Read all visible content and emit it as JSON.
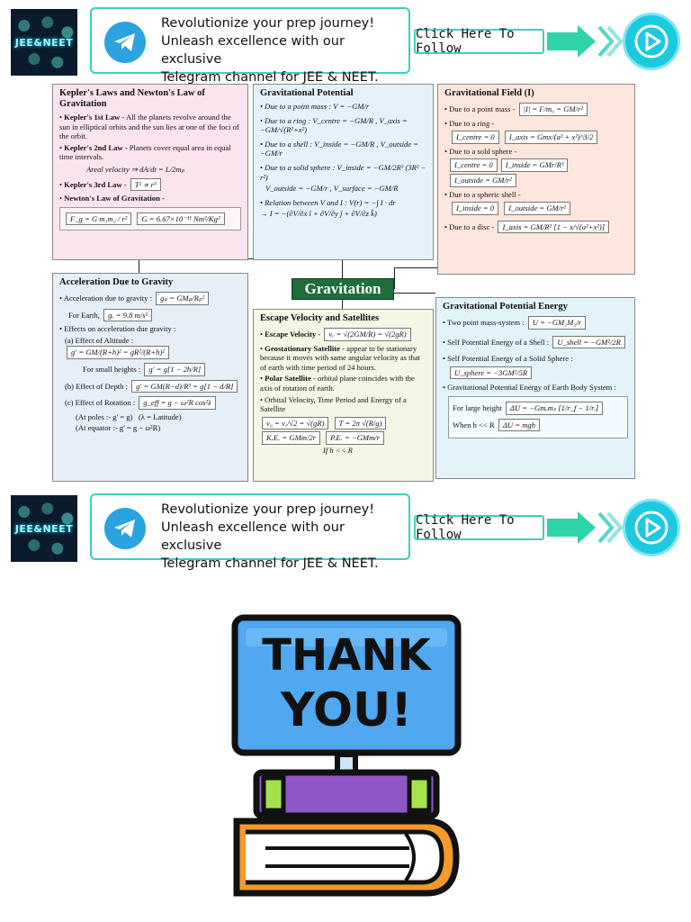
{
  "banner": {
    "logo_text": "JEE&NEET",
    "lines": [
      "Revolutionize your prep journey!",
      "Unleash excellence with our exclusive",
      "Telegram channel for JEE & NEET."
    ],
    "cta": "Click Here To Follow"
  },
  "mindmap": {
    "center": "Gravitation",
    "kepler": {
      "title": "Kepler's Laws and Newton's Law of Gravitation",
      "law1_label": "Kepler's 1st Law -",
      "law1_text": "All the planets revolve around the sun in elliptical orbits and the sun lies at one of the foci of the orbit.",
      "law2_label": "Kepler's 2nd Law -",
      "law2_text": "Planets cover equal area in equal time intervals.",
      "areal_velocity": "Areal velocity ⇒ dA/dt = L/2mₚ",
      "law3_label": "Kepler's 3rd Law -",
      "law3_formula": "T² ∝ r³",
      "newton_label": "Newton's Law of Gravitation -",
      "newton_formula": "F_g = G m₁m₂ / r²",
      "g_constant": "G = 6.67×10⁻¹¹ Nm²/Kg²"
    },
    "potential": {
      "title": "Gravitational Potential",
      "point_mass": "Due to a point mass : V = −GM/r",
      "ring": "Due to a ring : V_centre = −GM/R , V_axis = −GM/√(R²+x²)",
      "shell": "Due to a shell : V_inside = −GM/R , V_outside = −GM/r",
      "solid_sphere": "Due to a solid sphere : V_inside = −GM/2R³ (3R² − r²)",
      "solid_sphere_2": "V_outside = −GM/r , V_surface = −GM/R",
      "relation": "Relation between V and I : V(r) = −∫ I · dr",
      "gradient": "→ I = −(∂V/∂x î + ∂V/∂y ĵ + ∂V/∂z k̂)"
    },
    "field": {
      "title": "Gravitational Field (I)",
      "point_mass": "Due to a point mass -",
      "point_formula": "|I| = F/m₀ = GM/r²",
      "ring": "Due to a ring -",
      "ring_centre": "I_centre = 0",
      "ring_axis": "I_axis = Gmx/(a² + x²)^3/2",
      "solid_sphere": "Due to a sold sphere -",
      "ss_centre": "I_centre = 0",
      "ss_inside": "I_inside = GMr/R³",
      "ss_outside": "I_outside = GM/r²",
      "shell": "Due to a spheric shell -",
      "sh_inside": "I_inside = 0",
      "sh_outside": "I_outside = GM/r²",
      "disc": "Due to a disc -",
      "disc_formula": "I_axis = GM/R² [1 − x/√(a²+x²)]"
    },
    "accel": {
      "title": "Acceleration Due to Gravity",
      "formula_label": "Acceleration due to gravity :",
      "formula": "gₚ = GMₚ/Rₚ²",
      "earth_label": "For Earth,",
      "earth_value": "gₑ = 9.8 m/s²",
      "effects": "Effects on acceleration due gravity :",
      "altitude_label": "(a) Effect of Altitude :",
      "altitude_formula": "g' = GM/(R+h)² = gR²/(R+h)²",
      "small_label": "For small heights :",
      "small_formula": "g' = g[1 − 2h/R]",
      "depth_label": "(b) Effect of Depth :",
      "depth_formula": "g' = GM(R−d)/R³ = g[1 − d/R]",
      "rotation_label": "(c) Effect of Rotation :",
      "rotation_formula": "g_eff = g − ω²R cos²λ",
      "poles": "(At poles :- g' = g)",
      "latitude": "(λ = Latitude)",
      "equator": "(At equator :- g' = g − ω²R)"
    },
    "escape": {
      "title": "Escape Velocity and Satellites",
      "escape_label": "Escape Velocity -",
      "escape_formula": "vₑ = √(2GM/R) = √(2gR)",
      "geo_label": "Geostationary Satellite -",
      "geo_text": "appear to be stationary because it moves with same angular velocity as that of earth with time period of 24 hours.",
      "polar_label": "Polar Satellite -",
      "polar_text": "orbital plane coincides with the axis of rotation of earth.",
      "orbital": "Orbital Velocity, Time Period and Energy of a Satellite",
      "vo_formula": "v₀ = vₑ/√2 = √(gR)",
      "t_formula": "T = 2π √(R/g)",
      "ke_formula": "K.E. = GMm/2r",
      "pe_formula": "P.E. = −GMm/r",
      "condition": "If h << R"
    },
    "gpe": {
      "title": "Gravitational Potential Energy",
      "two_point": "Two point mass-system :",
      "two_point_formula": "U = −GM₁M₂/r",
      "shell": "Self Potential Energy of a Shell :",
      "shell_formula": "U_shell = −GM²/2R",
      "solid": "Self Potential Energy of a Solid Sphere :",
      "solid_formula": "U_sphere = −3GM²/5R",
      "earth_system": "Gravitational Potential Energy of Earth Body System :",
      "large_label": "For large height",
      "large_formula": "ΔU = −Gmₑmₛ [1/r_f − 1/rᵢ]",
      "small_label": "When h << R",
      "small_formula": "ΔU = mgh"
    }
  },
  "thanks": {
    "line1": "THANK",
    "line2": "YOU!"
  },
  "colors": {
    "telegram": "#2aa3de",
    "accent": "#3ccfc3",
    "center_box": "#1f6e3a",
    "screen": "#4fa8f0"
  }
}
